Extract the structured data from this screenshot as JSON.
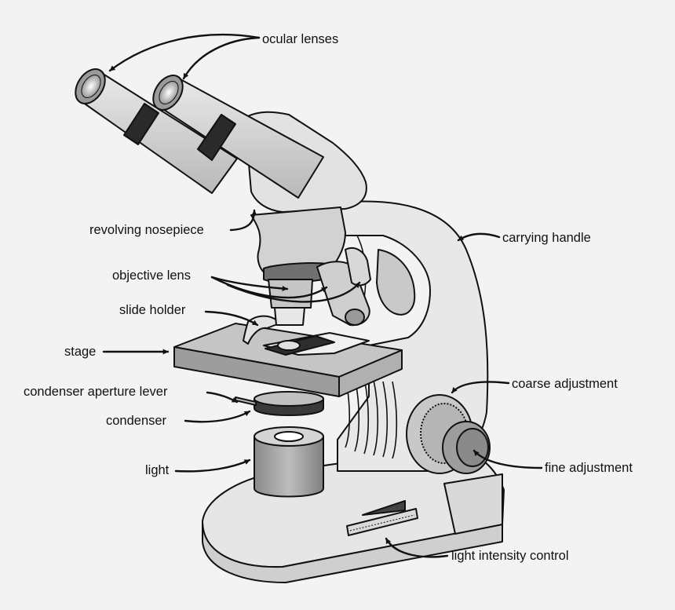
{
  "diagram": {
    "labels": {
      "ocular_lenses": "ocular lenses",
      "revolving_nosepiece": "revolving nosepiece",
      "carrying_handle": "carrying handle",
      "objective_lens": "objective lens",
      "slide_holder": "slide holder",
      "stage": "stage",
      "coarse_adjustment": "coarse adjustment",
      "condenser_aperture_lever": "condenser aperture lever",
      "condenser": "condenser",
      "fine_adjustment": "fine adjustment",
      "light": "light",
      "light_intensity_control": "light intensity control"
    }
  },
  "colors": {
    "background": "#f3f3f3",
    "body_light": "#e6e6e6",
    "body_mid": "#c8c8c8",
    "body_dark": "#8f8f8f",
    "outline": "#111111"
  }
}
